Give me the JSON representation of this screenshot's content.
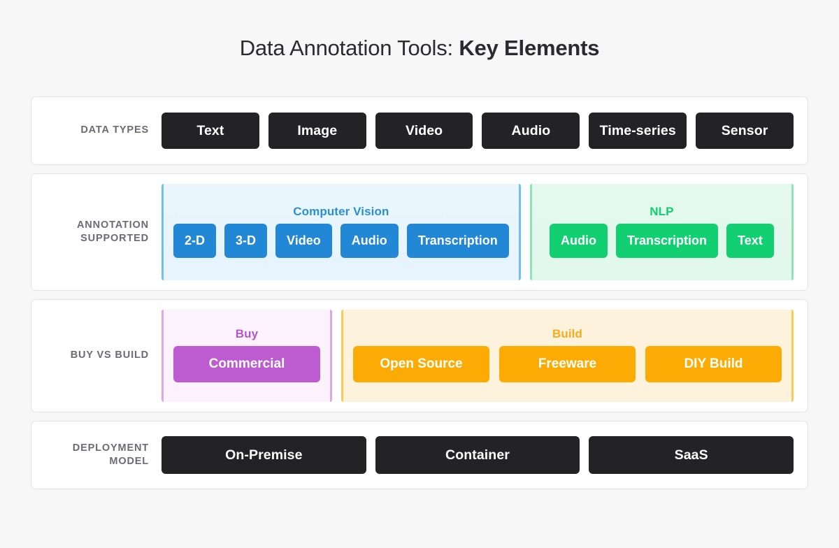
{
  "title": {
    "normal": "Data Annotation Tools: ",
    "strong": "Key Elements"
  },
  "colors": {
    "page_background": "#f7f7f8",
    "card_background": "#ffffff",
    "card_border": "#e3e3e6",
    "label_text": "#6b6b74",
    "chip_dark": "#232325",
    "blue_chip": "#2288d6",
    "blue_panel": "#e9f5fd",
    "blue_accent": "#6dc1ef",
    "green_chip": "#12cf72",
    "green_panel": "#e2f8ed",
    "green_accent": "#8fe3b7",
    "purple_chip": "#bd5bd0",
    "purple_panel": "#fbf2fc",
    "purple_accent": "#dba8e6",
    "orange_chip": "#fcab05",
    "orange_panel": "#fdf3dd",
    "orange_accent": "#fbc85b"
  },
  "rows": [
    {
      "id": "data-types",
      "label": "DATA TYPES",
      "chips": [
        "Text",
        "Image",
        "Video",
        "Audio",
        "Time-series",
        "Sensor"
      ]
    },
    {
      "id": "annotation-supported",
      "label": "ANNOTATION\nSUPPORTED",
      "groups": [
        {
          "id": "computer-vision",
          "title": "Computer Vision",
          "chips": [
            "2-D",
            "3-D",
            "Video",
            "Audio",
            "Transcription"
          ]
        },
        {
          "id": "nlp",
          "title": "NLP",
          "chips": [
            "Audio",
            "Transcription",
            "Text"
          ]
        }
      ]
    },
    {
      "id": "buy-vs-build",
      "label": "BUY VS BUILD",
      "groups": [
        {
          "id": "buy",
          "title": "Buy",
          "chips": [
            "Commercial"
          ]
        },
        {
          "id": "build",
          "title": "Build",
          "chips": [
            "Open Source",
            "Freeware",
            "DIY Build"
          ]
        }
      ]
    },
    {
      "id": "deployment-model",
      "label": "DEPLOYMENT\nMODEL",
      "chips": [
        "On-Premise",
        "Container",
        "SaaS"
      ]
    }
  ]
}
